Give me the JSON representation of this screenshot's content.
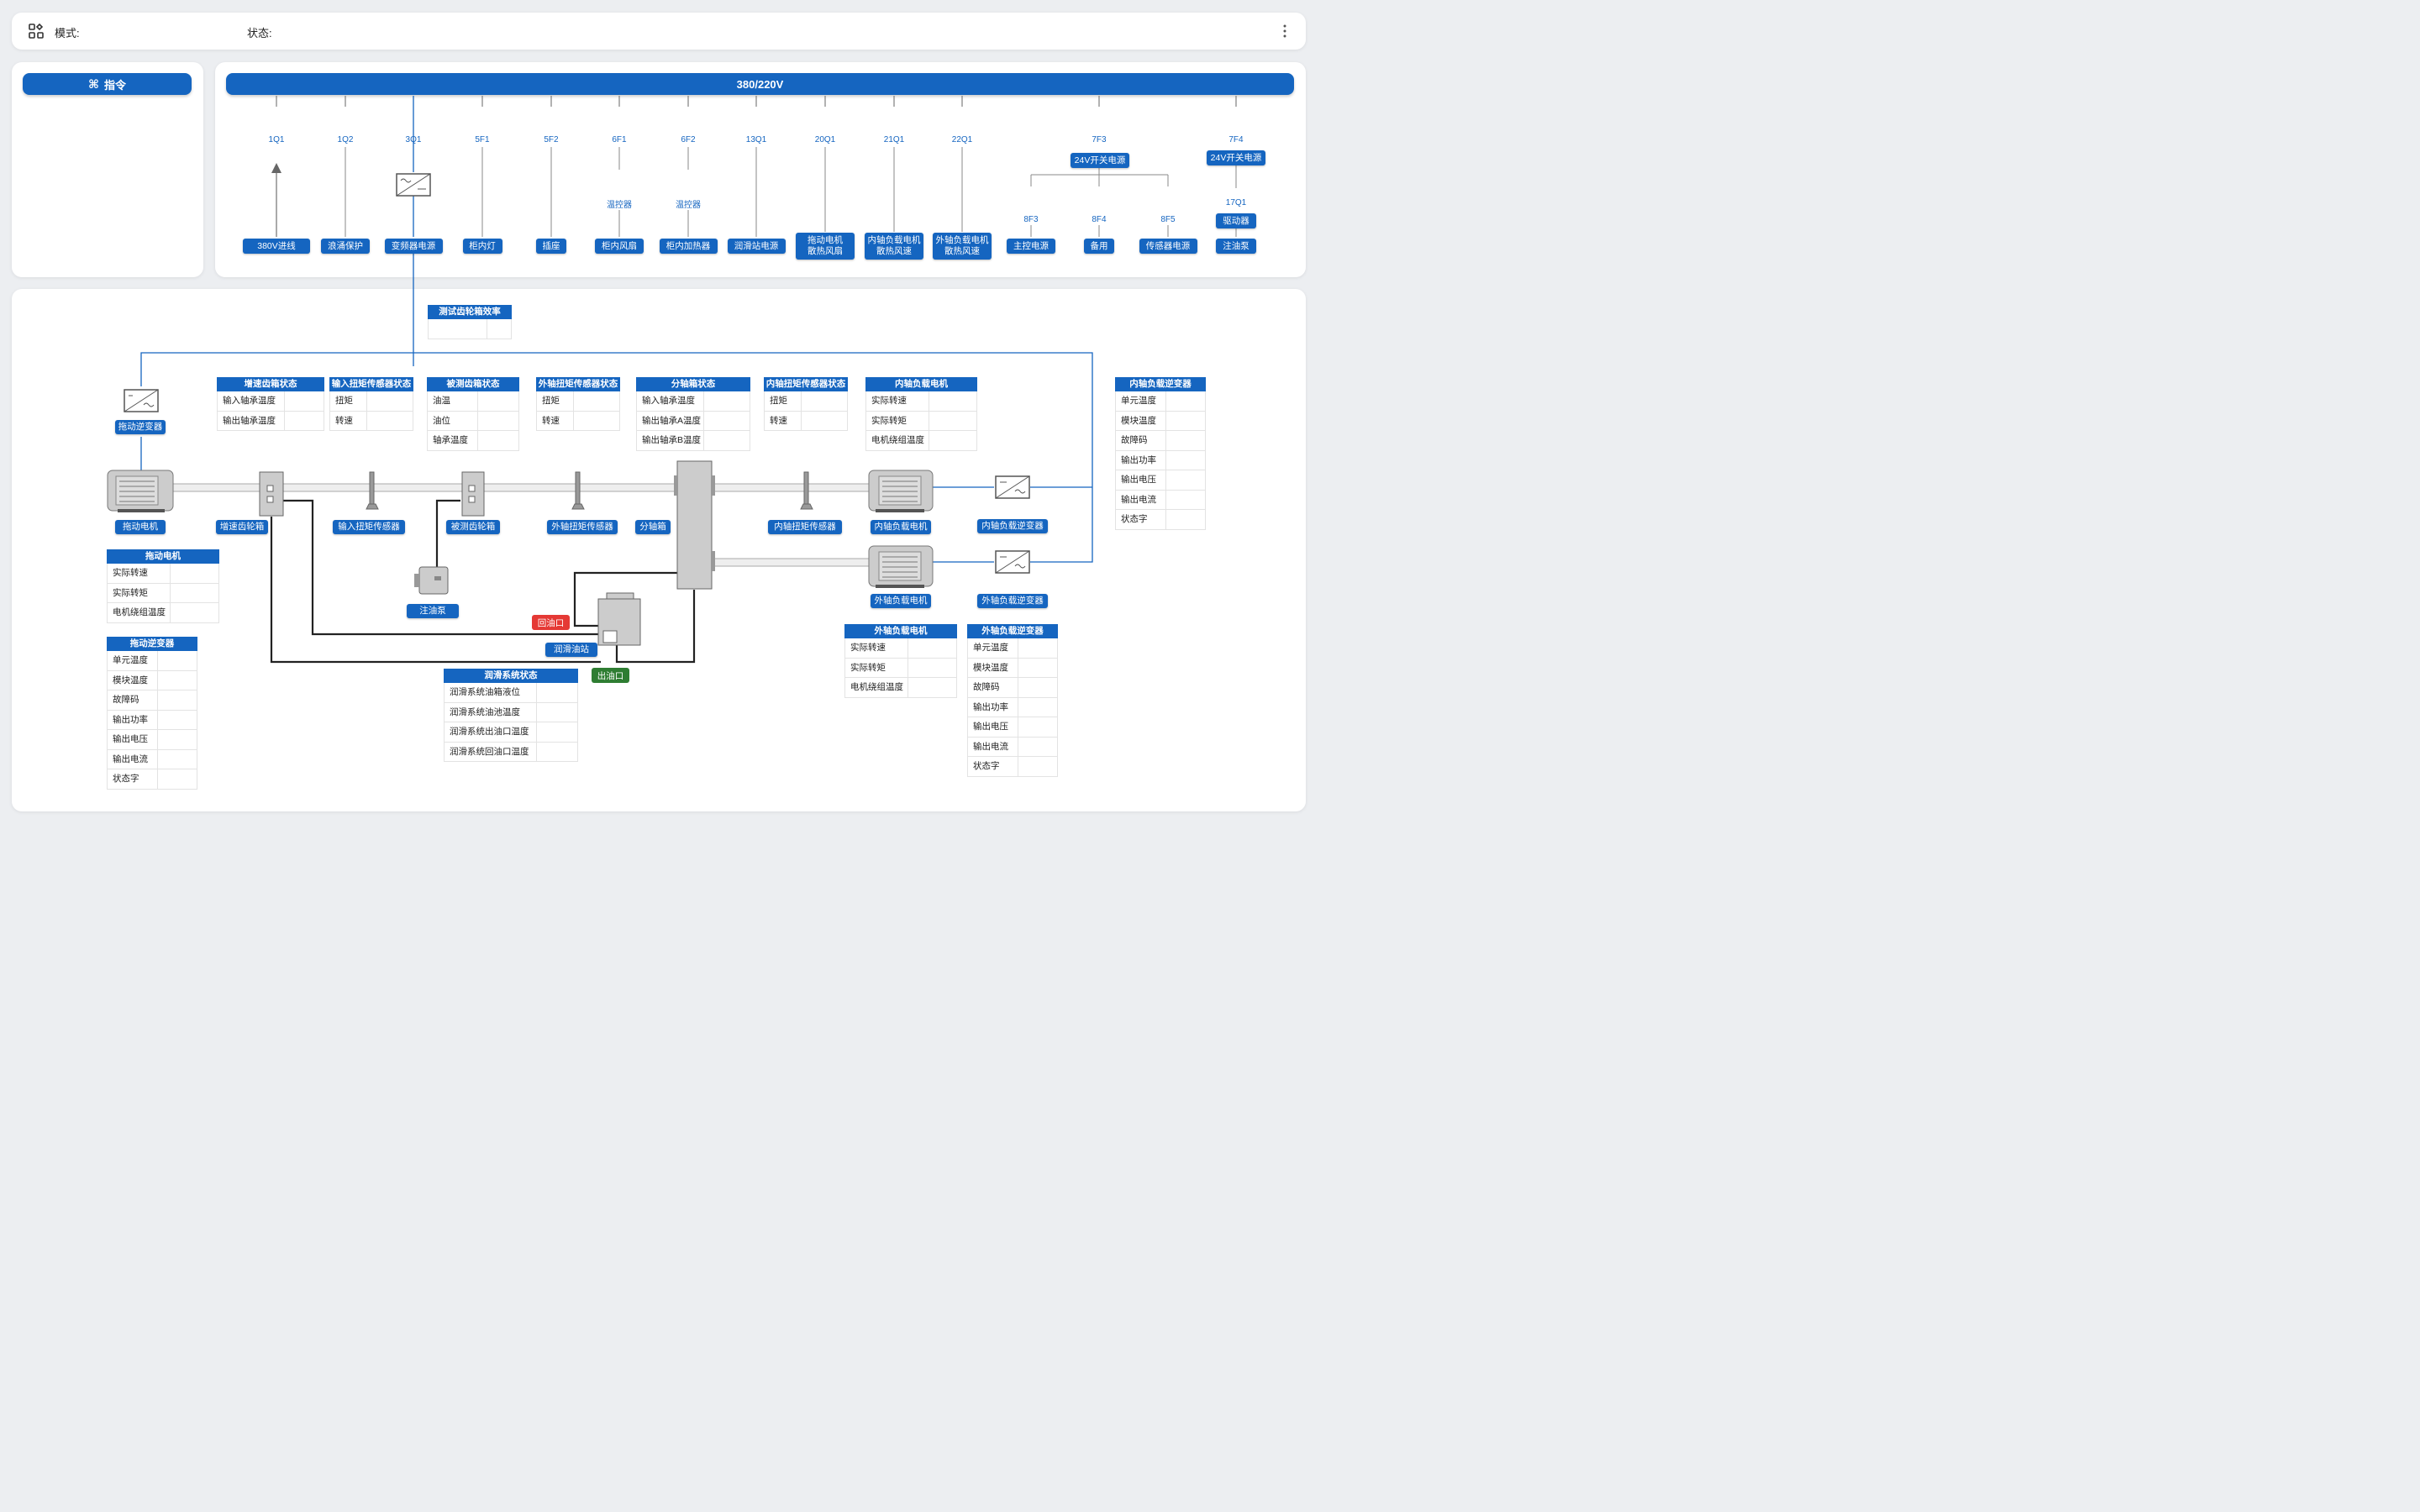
{
  "topbar": {
    "mode_label": "模式:",
    "status_label": "状态:"
  },
  "command": {
    "title": "指令"
  },
  "power": {
    "bus_label": "380/220V",
    "branches": [
      {
        "code": "1Q1",
        "label": "380V进线"
      },
      {
        "code": "1Q2",
        "label": "浪涌保护"
      },
      {
        "code": "3Q1",
        "label": "变频器电源"
      },
      {
        "code": "5F1",
        "label": "柜内灯"
      },
      {
        "code": "5F2",
        "label": "插座"
      },
      {
        "code": "6F1",
        "sub": "温控器",
        "label": "柜内风扇"
      },
      {
        "code": "6F2",
        "sub": "温控器",
        "label": "柜内加热器"
      },
      {
        "code": "13Q1",
        "label": "润滑站电源"
      },
      {
        "code": "20Q1",
        "label": "拖动电机\n散热风扇"
      },
      {
        "code": "21Q1",
        "label": "内轴负载电机\n散热风速"
      },
      {
        "code": "22Q1",
        "label": "外轴负载电机\n散热风速"
      }
    ],
    "psu1": {
      "code": "7F3",
      "label": "24V开关电源",
      "outputs": [
        {
          "code": "8F3",
          "label": "主控电源"
        },
        {
          "code": "8F4",
          "label": "备用"
        },
        {
          "code": "8F5",
          "label": "传感器电源"
        }
      ]
    },
    "psu2": {
      "code": "7F4",
      "label": "24V开关电源",
      "sub_code": "17Q1",
      "sub_label": "驱动器",
      "label_out": "注油泵"
    }
  },
  "devices": {
    "drive_inverter": "拖动逆变器",
    "drive_motor": "拖动电机",
    "speed_gearbox": "增速齿轮箱",
    "input_torque_sensor": "输入扭矩传感器",
    "test_gearbox": "被测齿轮箱",
    "outer_torque_sensor": "外轴扭矩传感器",
    "split_box": "分轴箱",
    "inner_torque_sensor": "内轴扭矩传感器",
    "inner_load_motor": "内轴负载电机",
    "inner_load_inverter": "内轴负载逆变器",
    "outer_load_motor": "外轴负载电机",
    "outer_load_inverter": "外轴负载逆变器",
    "oil_pump": "注油泵",
    "lube_station": "润滑油站",
    "return_port": "回油口",
    "outlet_port": "出油口"
  },
  "colors": {
    "accent": "#1565c0",
    "return_port": "#e53935",
    "outlet_port": "#2e7d32"
  },
  "tables": {
    "efficiency": {
      "title": "测试齿轮箱效率",
      "rows": [
        ""
      ]
    },
    "speed_gearbox_status": {
      "title": "增速齿箱状态",
      "rows": [
        "输入轴承温度",
        "输出轴承温度"
      ]
    },
    "input_torque_status": {
      "title": "输入扭矩传感器状态",
      "rows": [
        "扭矩",
        "转速"
      ]
    },
    "test_gearbox_status": {
      "title": "被测齿箱状态",
      "rows": [
        "油温",
        "油位",
        "轴承温度"
      ]
    },
    "outer_torque_status": {
      "title": "外轴扭矩传感器状态",
      "rows": [
        "扭矩",
        "转速"
      ]
    },
    "split_box_status": {
      "title": "分轴箱状态",
      "rows": [
        "输入轴承温度",
        "输出轴承A温度",
        "输出轴承B温度"
      ]
    },
    "inner_torque_status": {
      "title": "内轴扭矩传感器状态",
      "rows": [
        "扭矩",
        "转速"
      ]
    },
    "inner_load_motor": {
      "title": "内轴负载电机",
      "rows": [
        "实际转速",
        "实际转矩",
        "电机绕组温度"
      ]
    },
    "inner_load_inverter": {
      "title": "内轴负载逆变器",
      "rows": [
        "单元温度",
        "模块温度",
        "故障码",
        "输出功率",
        "输出电压",
        "输出电流",
        "状态字"
      ]
    },
    "drive_motor": {
      "title": "拖动电机",
      "rows": [
        "实际转速",
        "实际转矩",
        "电机绕组温度"
      ]
    },
    "drive_inverter": {
      "title": "拖动逆变器",
      "rows": [
        "单元温度",
        "模块温度",
        "故障码",
        "输出功率",
        "输出电压",
        "输出电流",
        "状态字"
      ]
    },
    "lube_status": {
      "title": "润滑系统状态",
      "rows": [
        "润滑系统油箱液位",
        "润滑系统油池温度",
        "润滑系统出油口温度",
        "润滑系统回油口温度"
      ]
    },
    "outer_load_motor": {
      "title": "外轴负载电机",
      "rows": [
        "实际转速",
        "实际转矩",
        "电机绕组温度"
      ]
    },
    "outer_load_inverter": {
      "title": "外轴负载逆变器",
      "rows": [
        "单元温度",
        "模块温度",
        "故障码",
        "输出功率",
        "输出电压",
        "输出电流",
        "状态字"
      ]
    }
  }
}
